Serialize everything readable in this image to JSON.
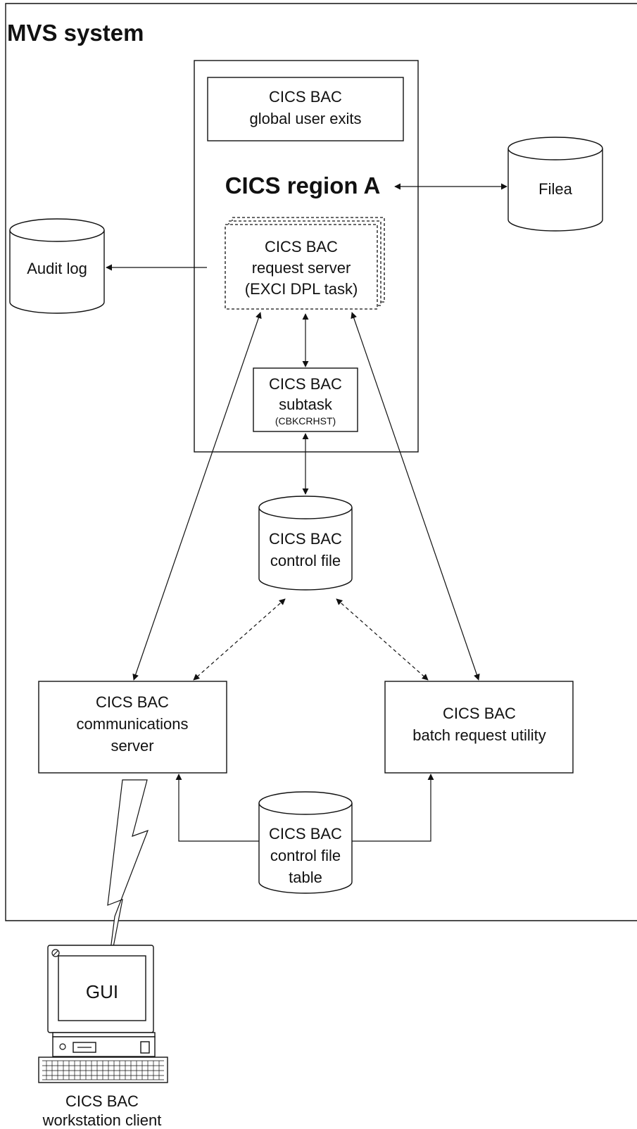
{
  "system": {
    "title": "MVS system"
  },
  "region": {
    "title": "CICS region A"
  },
  "exits": {
    "line1": "CICS BAC",
    "line2": "global user exits"
  },
  "filea": {
    "label": "Filea"
  },
  "audit": {
    "label": "Audit log"
  },
  "request_server": {
    "line1": "CICS BAC",
    "line2": "request server",
    "line3": "(EXCI DPL task)"
  },
  "subtask": {
    "line1": "CICS BAC",
    "line2": "subtask",
    "line3": "(CBKCRHST)"
  },
  "control_file": {
    "line1": "CICS BAC",
    "line2": "control file"
  },
  "comm_server": {
    "line1": "CICS BAC",
    "line2": "communications",
    "line3": "server"
  },
  "batch_utility": {
    "line1": "CICS BAC",
    "line2": "batch request utility"
  },
  "control_table": {
    "line1": "CICS BAC",
    "line2": "control file",
    "line3": "table"
  },
  "gui": {
    "label": "GUI"
  },
  "client": {
    "line1": "CICS BAC",
    "line2": "workstation client"
  }
}
